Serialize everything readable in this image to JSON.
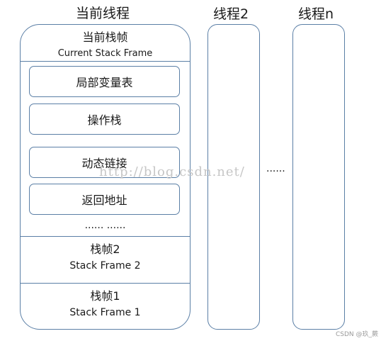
{
  "threads": {
    "current_title": "当前线程",
    "thread2_title": "线程2",
    "threadn_title": "线程n",
    "between_dots": "......"
  },
  "current_frame": {
    "title_zh": "当前栈帧",
    "title_en": "Current Stack Frame",
    "items": [
      "局部变量表",
      "操作栈",
      "动态链接",
      "返回地址"
    ],
    "ellipsis": "...... ......"
  },
  "frames": [
    {
      "zh": "栈帧2",
      "en": "Stack Frame 2"
    },
    {
      "zh": "栈帧1",
      "en": "Stack Frame 1"
    }
  ],
  "watermark": "http://blog.csdn.net/",
  "corner_mark": "CSDN @玖_蕨"
}
